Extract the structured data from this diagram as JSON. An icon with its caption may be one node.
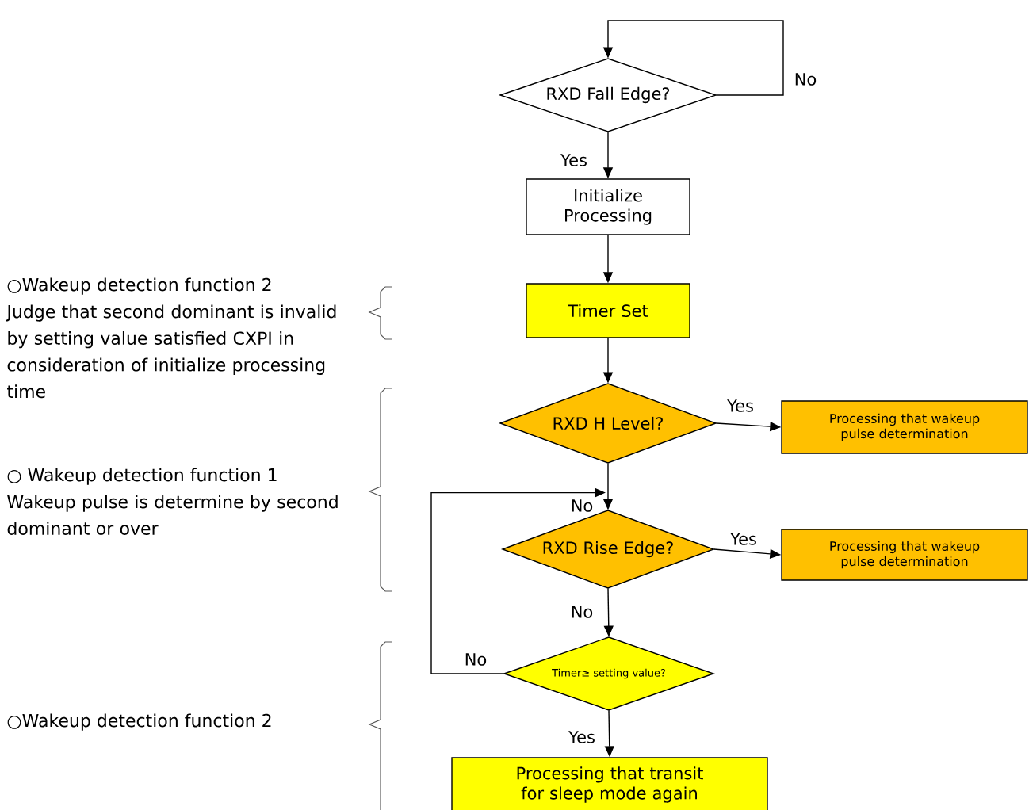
{
  "diagram": {
    "nodes": [
      {
        "text": [
          "RXD Fall Edge?"
        ]
      },
      {
        "text": [
          "Initialize Processing"
        ]
      },
      {
        "text": [
          "Timer Set"
        ]
      },
      {
        "text": [
          "RXD H Level?"
        ]
      },
      {
        "text": [
          "Processing that wakeup pulse determination"
        ]
      },
      {
        "text": [
          "RXD Rise Edge?"
        ]
      },
      {
        "text": [
          "Processing that wakeup pulse determination"
        ]
      },
      {
        "text": [
          "Timer≥ setting value?"
        ]
      },
      {
        "text": [
          "Processing that transit for sleep mode again"
        ]
      }
    ],
    "edges": [
      {
        "from": 0,
        "to": 0,
        "arrow": "to",
        "label": "No"
      },
      {
        "from": 0,
        "to": 1,
        "arrow": "to",
        "label": "Yes"
      },
      {
        "from": 1,
        "to": 2,
        "arrow": "to"
      },
      {
        "from": 2,
        "to": 3,
        "arrow": "to"
      },
      {
        "from": 3,
        "to": 4,
        "arrow": "to",
        "label": "Yes"
      },
      {
        "from": 3,
        "to": 5,
        "arrow": "to",
        "label": "No"
      },
      {
        "from": 5,
        "to": 6,
        "arrow": "to",
        "label": "Yes"
      },
      {
        "from": 5,
        "to": 7,
        "arrow": "to",
        "label": "No"
      },
      {
        "from": 7,
        "to": 5,
        "arrow": "to",
        "label": "No"
      },
      {
        "from": 7,
        "to": 8,
        "arrow": "to",
        "label": "Yes"
      }
    ],
    "labels": [
      "○Wakeup detection function 2",
      "Judge that second dominant is invalid by setting value satisfied CXPI in consideration of initialize processing time",
      "○ Wakeup detection function 1",
      "Wakeup pulse is determine by second dominant or over",
      "○Wakeup detection function 2"
    ]
  }
}
